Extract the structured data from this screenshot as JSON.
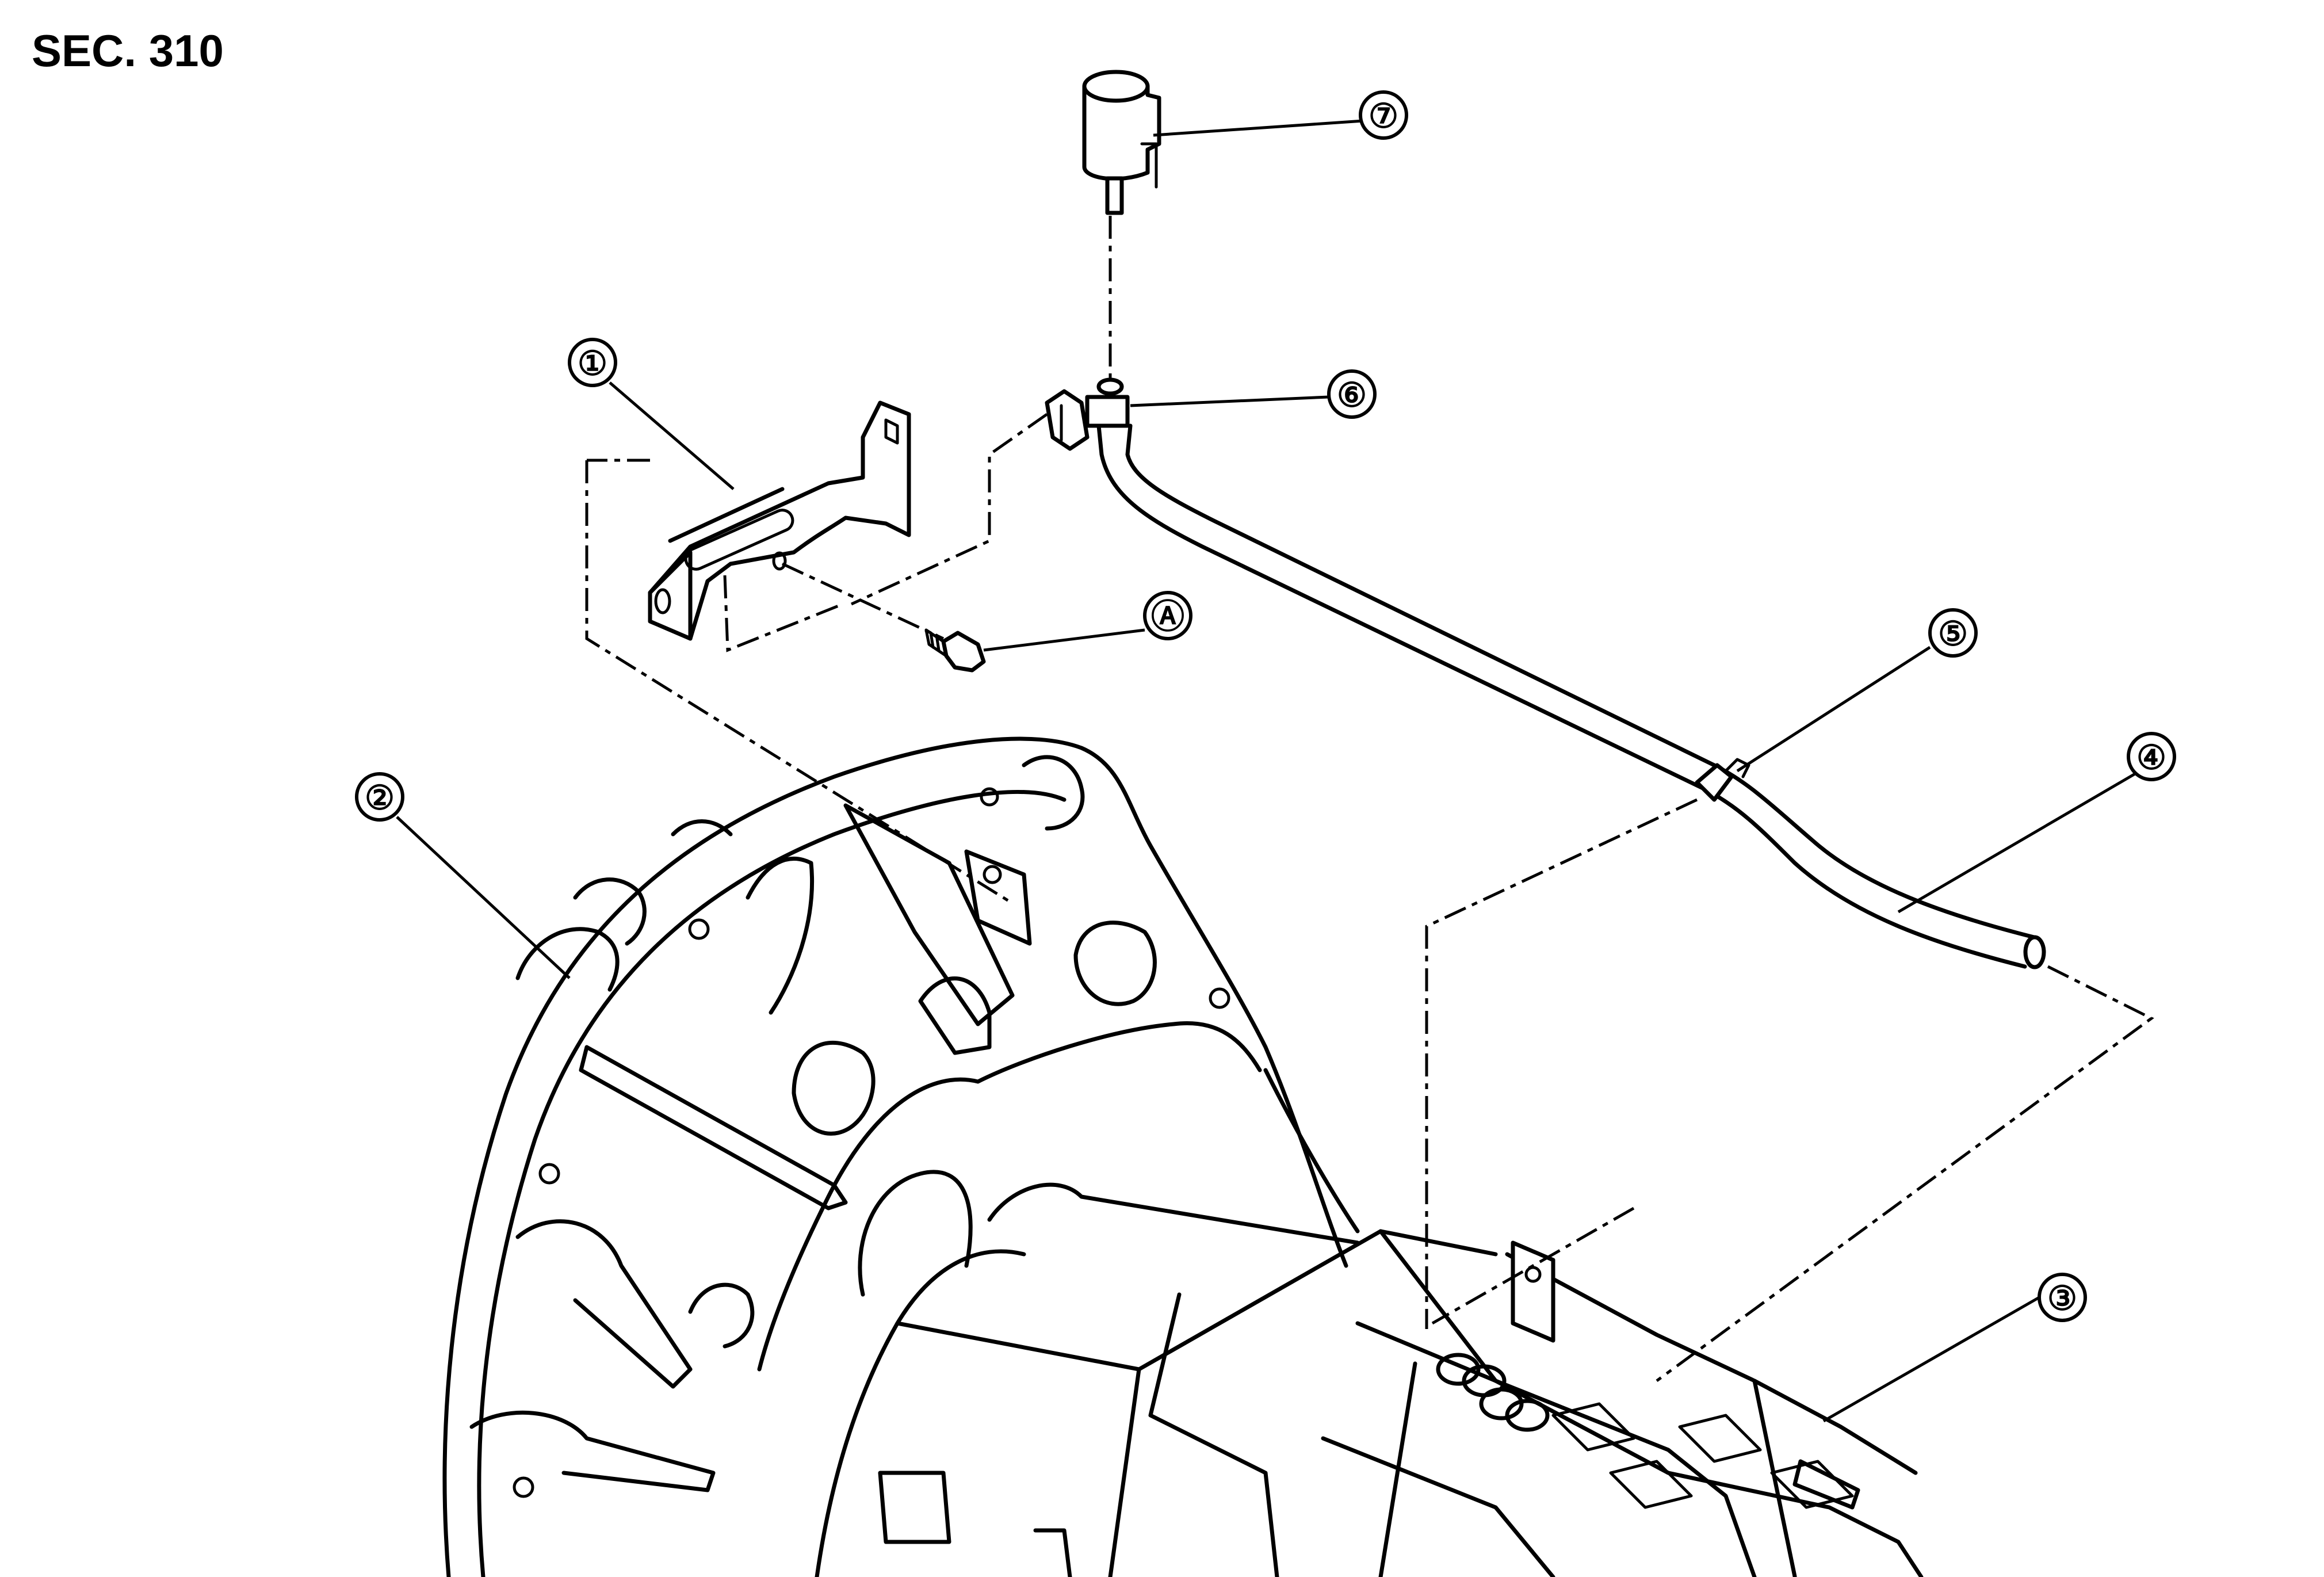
{
  "section_label": "SEC. 310",
  "callouts": [
    {
      "id": "c1",
      "label": "①"
    },
    {
      "id": "c2",
      "label": "②"
    },
    {
      "id": "c3",
      "label": "③"
    },
    {
      "id": "c4",
      "label": "④"
    },
    {
      "id": "c5",
      "label": "⑤"
    },
    {
      "id": "c6",
      "label": "⑥"
    },
    {
      "id": "c7",
      "label": "⑦"
    },
    {
      "id": "cA",
      "label": "Ⓐ"
    }
  ]
}
